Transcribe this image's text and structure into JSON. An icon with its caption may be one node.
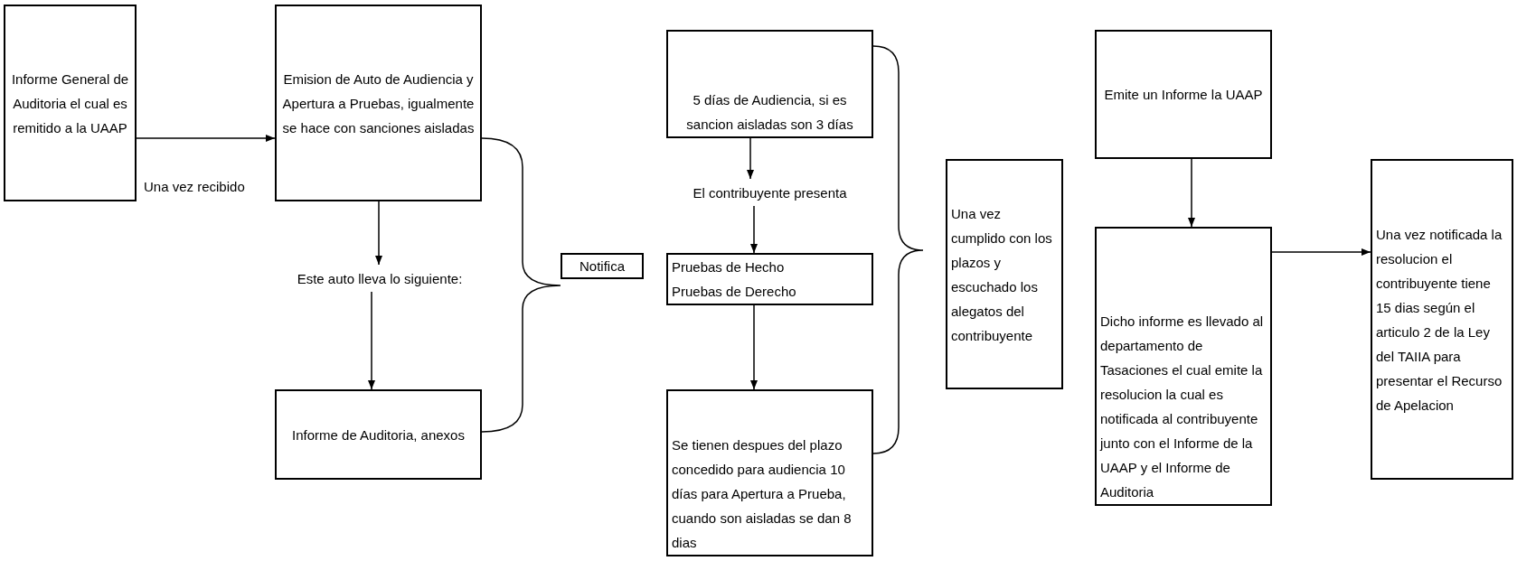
{
  "diagram": {
    "nodes": [
      {
        "text": [
          "Informe General de Auditoria el cual es remitido a la UAAP"
        ]
      },
      {
        "text": [
          "Emision de Auto de Audiencia y Apertura a Pruebas, igualmente se hace con sanciones aisladas"
        ]
      },
      {
        "text": [
          "Este auto lleva lo siguiente:"
        ]
      },
      {
        "text": [
          "Informe de Auditoria, anexos"
        ]
      },
      {
        "text": [
          "Notifica"
        ]
      },
      {
        "text": [
          "5 días de Audiencia, si es sancion aisladas son 3 días"
        ]
      },
      {
        "text": [
          "El contribuyente presenta"
        ]
      },
      {
        "text": [
          "Pruebas de Hecho",
          "Pruebas de Derecho"
        ]
      },
      {
        "text": [
          "Se tienen despues del plazo concedido para audiencia 10 días para Apertura a Prueba, cuando son aisladas se dan 8 dias"
        ]
      },
      {
        "text": [
          "Una vez cumplido con los plazos y escuchado los alegatos del contribuyente"
        ]
      },
      {
        "text": [
          "Emite un Informe la UAAP"
        ]
      },
      {
        "text": [
          "Dicho informe es llevado al departamento de Tasaciones el cual emite la resolucion la cual es notificada al contribuyente junto con el Informe de la UAAP y el Informe de Auditoria"
        ]
      },
      {
        "text": [
          "Una vez notificada la resolucion el contribuyente tiene 15 dias según el articulo 2 de la Ley del TAIIA para presentar el Recurso de Apelacion"
        ]
      }
    ],
    "edges": [
      {
        "from": 0,
        "to": 1,
        "arrow": "to",
        "label": "Una vez recibido"
      },
      {
        "from": 1,
        "to": 2,
        "arrow": "to"
      },
      {
        "from": 2,
        "to": 3,
        "arrow": "to"
      },
      {
        "from": 5,
        "to": 6,
        "arrow": "to"
      },
      {
        "from": 6,
        "to": 7,
        "arrow": "to"
      },
      {
        "from": 7,
        "to": 8,
        "arrow": "to"
      },
      {
        "from": 10,
        "to": 11,
        "arrow": "to"
      },
      {
        "from": 11,
        "to": 12,
        "arrow": "to"
      }
    ]
  }
}
